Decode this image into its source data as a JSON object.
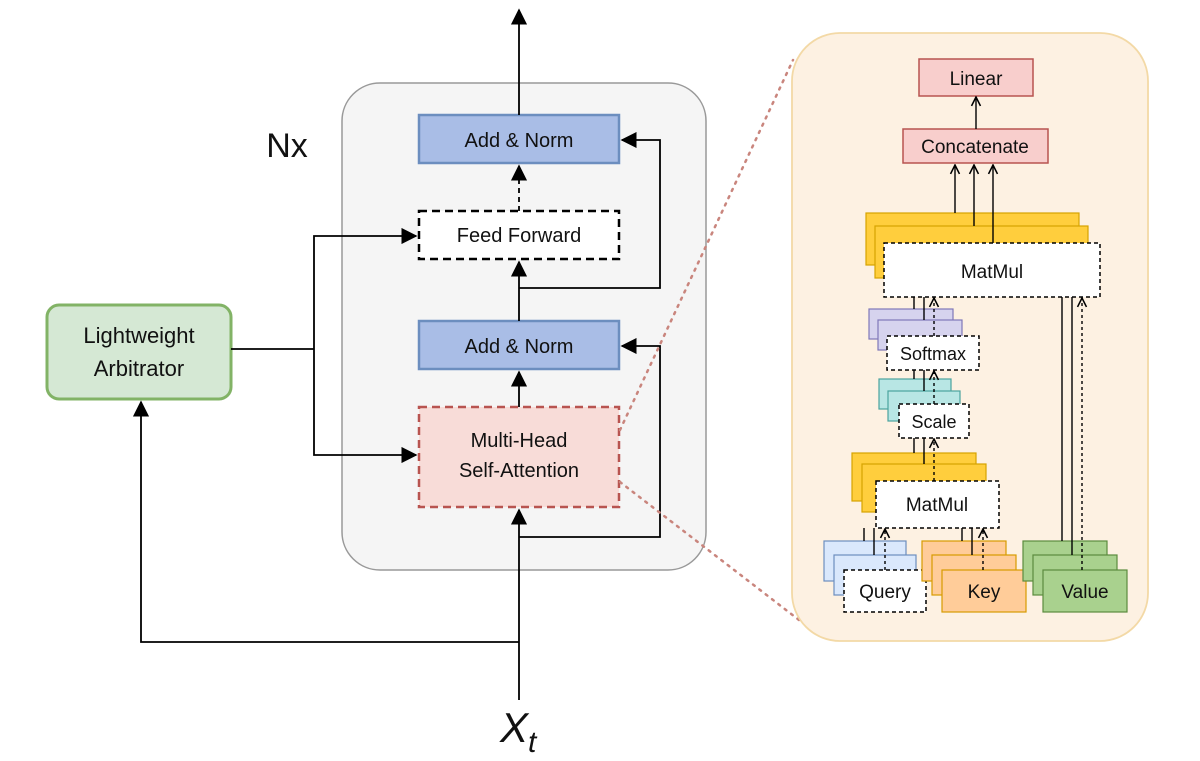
{
  "repeat_label": "Nx",
  "arbitrator": {
    "line1": "Lightweight",
    "line2": "Arbitrator"
  },
  "encoder": {
    "add_norm_top": "Add & Norm",
    "feed_forward": "Feed Forward",
    "add_norm_bottom": "Add & Norm",
    "mhsa_line1": "Multi-Head",
    "mhsa_line2": "Self-Attention"
  },
  "input": {
    "symbol": "X",
    "subscript": "t"
  },
  "attention_detail": {
    "linear": "Linear",
    "concatenate": "Concatenate",
    "matmul_top": "MatMul",
    "softmax": "Softmax",
    "scale": "Scale",
    "matmul_bottom": "MatMul",
    "query": "Query",
    "key": "Key",
    "value": "Value"
  },
  "colors": {
    "add_norm_fill": "#a9bde6",
    "add_norm_stroke": "#6c8ebf",
    "mhsa_fill": "#f8dcd8",
    "mhsa_stroke": "#b85450",
    "arbitrator_fill": "#d5e8d4",
    "arbitrator_stroke": "#82b366",
    "panel_fill": "#fdf1e2",
    "panel_stroke": "#f3d9a6",
    "encoder_fill": "#f5f5f5",
    "encoder_stroke": "#999999",
    "linear_fill": "#f8cecc",
    "yellow": "#ffce3d",
    "purple": "#d6d3ee",
    "teal": "#b8e6e4",
    "query_fill": "#dae8fc",
    "key_fill": "#ffcc99",
    "value_fill": "#a9d18e"
  }
}
